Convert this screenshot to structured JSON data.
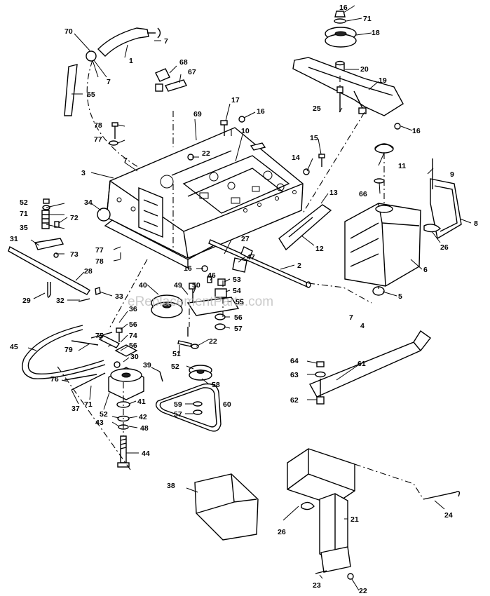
{
  "watermark": "eReplacementParts.com",
  "callouts": [
    "1",
    "2",
    "3",
    "4",
    "5",
    "6",
    "7",
    "8",
    "9",
    "10",
    "11",
    "12",
    "13",
    "14",
    "15",
    "16",
    "17",
    "18",
    "19",
    "20",
    "21",
    "22",
    "23",
    "24",
    "25",
    "26",
    "27",
    "28",
    "29",
    "30",
    "31",
    "32",
    "33",
    "34",
    "35",
    "36",
    "37",
    "38",
    "39",
    "40",
    "41",
    "42",
    "43",
    "44",
    "45",
    "46",
    "47",
    "48",
    "49",
    "50",
    "51",
    "52",
    "53",
    "54",
    "55",
    "56",
    "57",
    "58",
    "59",
    "60",
    "61",
    "62",
    "63",
    "64",
    "65",
    "66",
    "67",
    "68",
    "69",
    "70",
    "71",
    "72",
    "73",
    "74",
    "75",
    "76",
    "77",
    "78",
    "79"
  ]
}
